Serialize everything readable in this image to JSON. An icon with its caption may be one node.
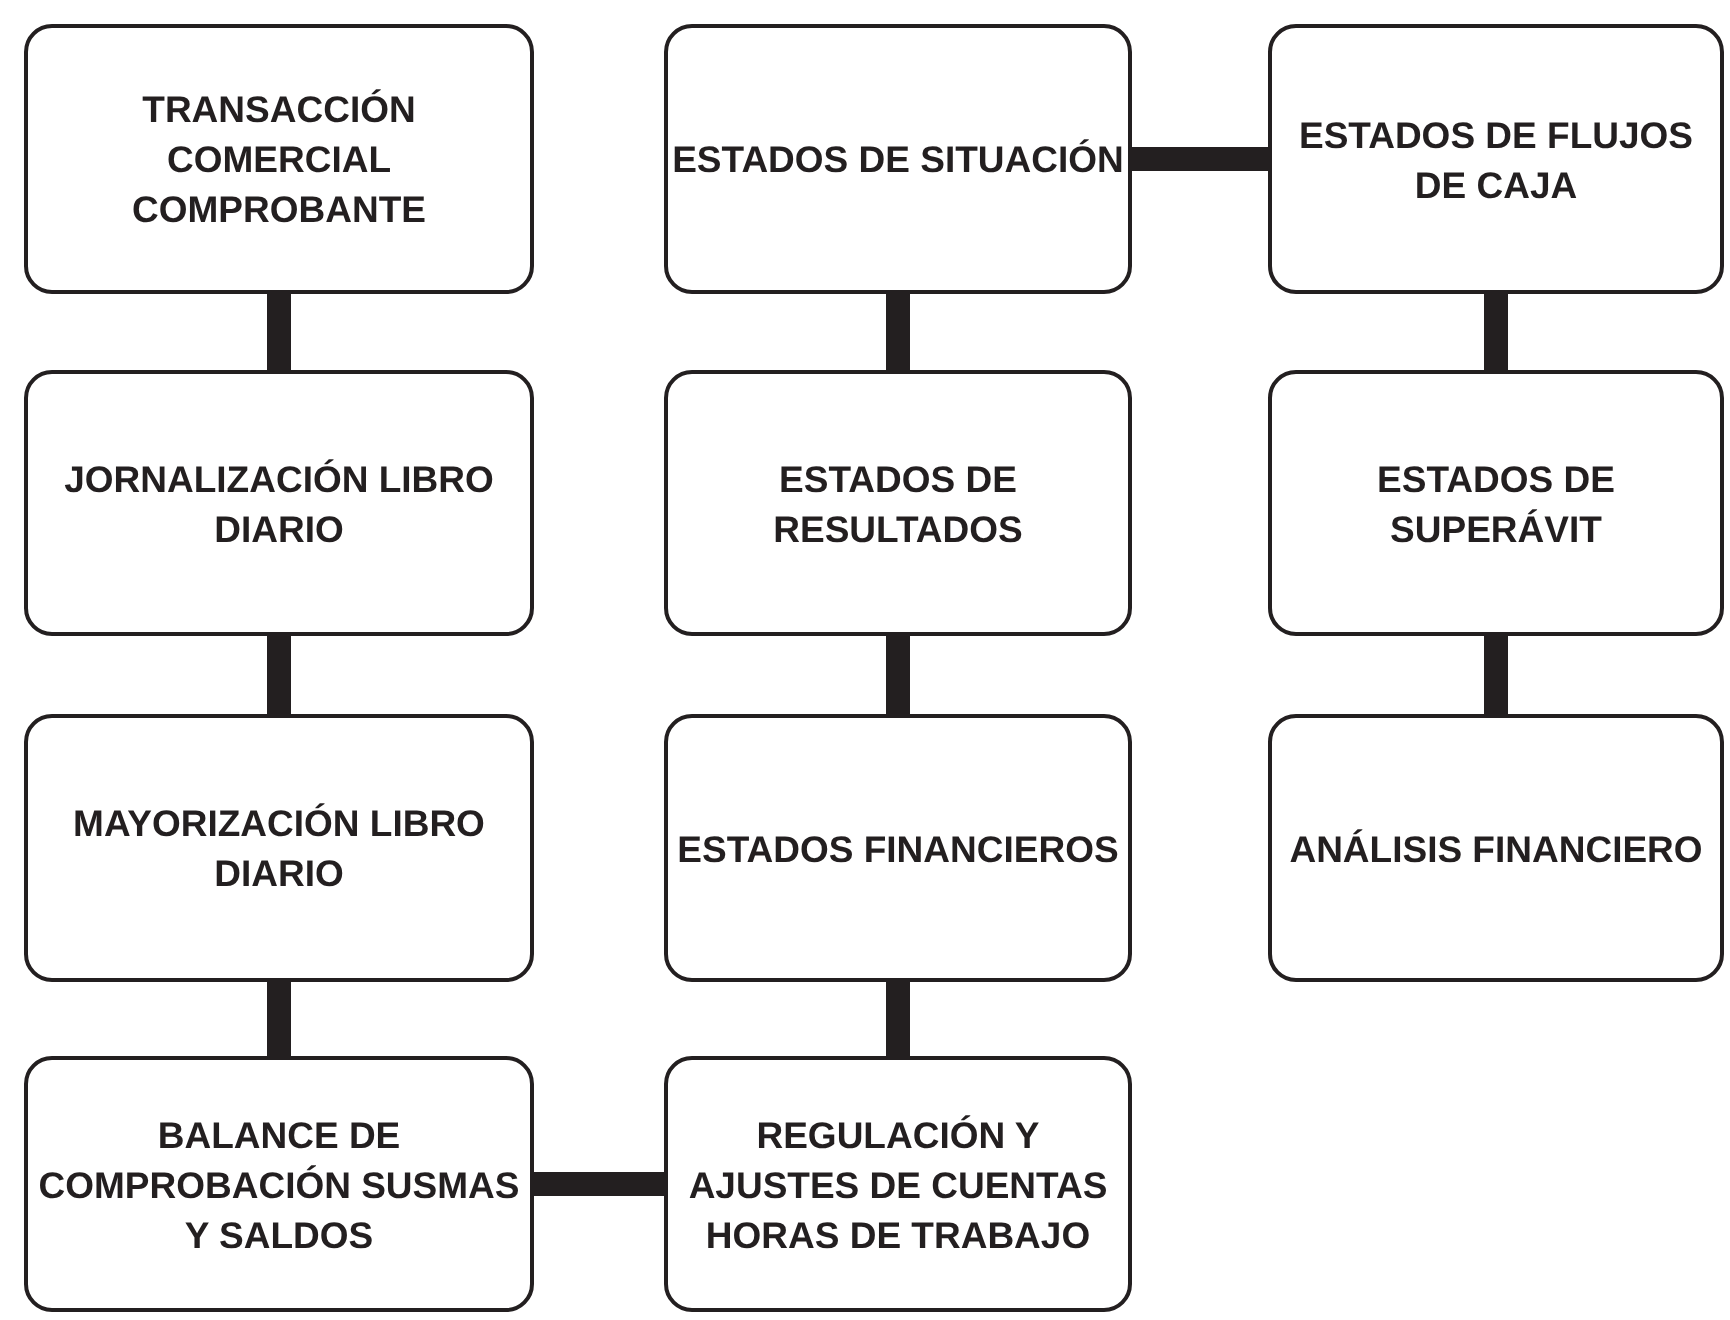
{
  "diagram": {
    "nodes": [
      {
        "text": [
          "TRANSACCIÓN COMERCIAL COMPROBANTE"
        ]
      },
      {
        "text": [
          "ESTADOS DE SITUACIÓN"
        ]
      },
      {
        "text": [
          "ESTADOS DE FLUJOS DE CAJA"
        ]
      },
      {
        "text": [
          "JORNALIZACIÓN LIBRO DIARIO"
        ]
      },
      {
        "text": [
          "ESTADOS DE RESULTADOS"
        ]
      },
      {
        "text": [
          "ESTADOS DE SUPERÁVIT"
        ]
      },
      {
        "text": [
          "MAYORIZACIÓN LIBRO DIARIO"
        ]
      },
      {
        "text": [
          "ESTADOS FINANCIEROS"
        ]
      },
      {
        "text": [
          "ANÁLISIS FINANCIERO"
        ]
      },
      {
        "text": [
          "BALANCE DE COMPROBACIÓN SUSMAS Y SALDOS"
        ]
      },
      {
        "text": [
          "REGULACIÓN Y AJUSTES DE CUENTAS HORAS DE TRABAJO"
        ]
      }
    ],
    "edges": [
      {
        "from": 0,
        "to": 3,
        "arrow": "none"
      },
      {
        "from": 3,
        "to": 6,
        "arrow": "none"
      },
      {
        "from": 6,
        "to": 9,
        "arrow": "none"
      },
      {
        "from": 9,
        "to": 10,
        "arrow": "none"
      },
      {
        "from": 10,
        "to": 7,
        "arrow": "none"
      },
      {
        "from": 7,
        "to": 4,
        "arrow": "none"
      },
      {
        "from": 4,
        "to": 1,
        "arrow": "none"
      },
      {
        "from": 1,
        "to": 2,
        "arrow": "none"
      },
      {
        "from": 2,
        "to": 5,
        "arrow": "none"
      },
      {
        "from": 5,
        "to": 8,
        "arrow": "none"
      }
    ]
  }
}
